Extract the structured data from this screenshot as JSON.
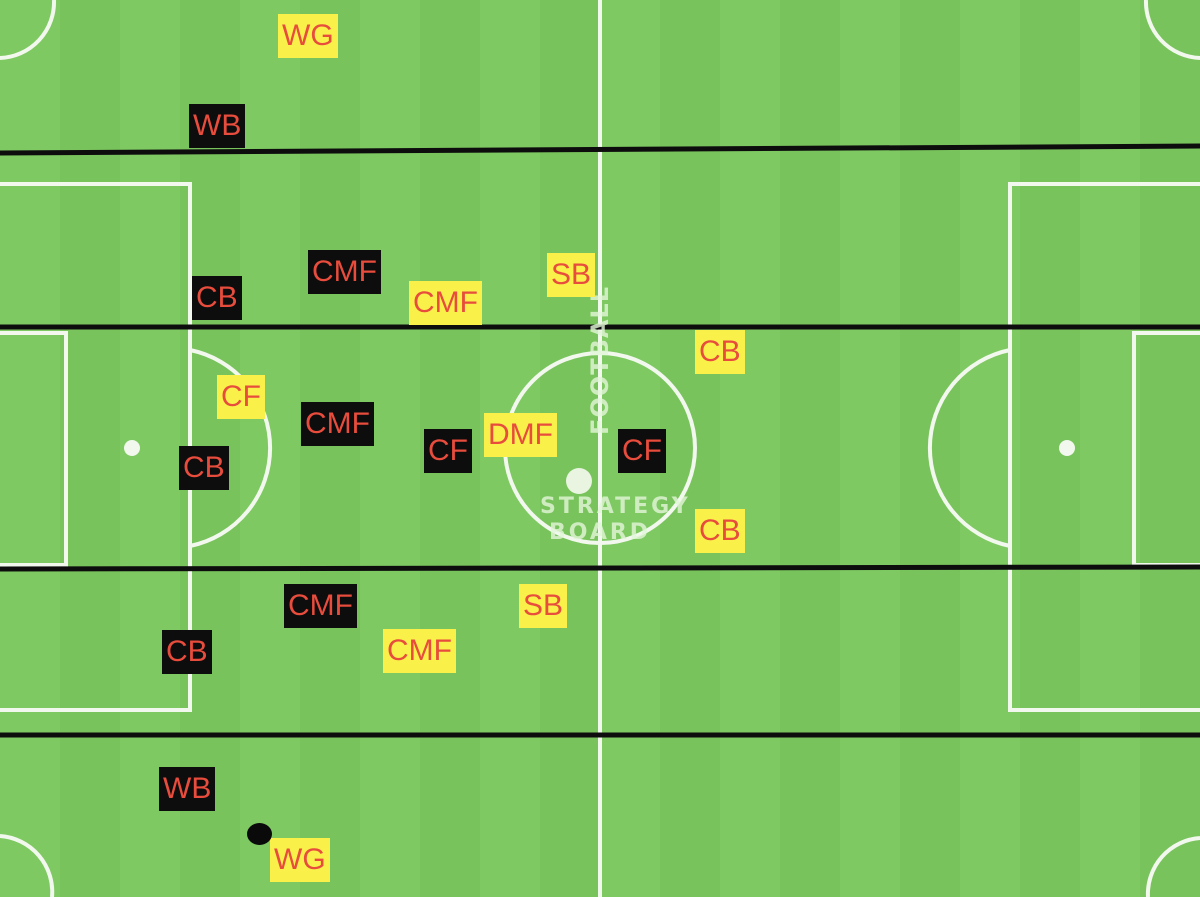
{
  "pitch": {
    "grass_color": "#7dc760",
    "line_color": "#f2f8ee",
    "zone_line_color": "#0d0d0d"
  },
  "logo": {
    "top_word": "FOOTBALL",
    "mid_word": "STRATEGY",
    "bottom_word": "BOARD"
  },
  "team_dark": {
    "box_color": "#0d0d0d",
    "text_color": "#e74c3c",
    "players": [
      {
        "role": "WB"
      },
      {
        "role": "CB"
      },
      {
        "role": "CMF"
      },
      {
        "role": "CMF"
      },
      {
        "role": "CB"
      },
      {
        "role": "CF"
      },
      {
        "role": "CF"
      },
      {
        "role": "CMF"
      },
      {
        "role": "CB"
      },
      {
        "role": "WB"
      }
    ]
  },
  "team_light": {
    "box_color": "#f9f04a",
    "text_color": "#e74c3c",
    "players": [
      {
        "role": "WG"
      },
      {
        "role": "SB"
      },
      {
        "role": "CMF"
      },
      {
        "role": "CB"
      },
      {
        "role": "CF"
      },
      {
        "role": "DMF"
      },
      {
        "role": "CB"
      },
      {
        "role": "SB"
      },
      {
        "role": "CMF"
      },
      {
        "role": "WG"
      }
    ]
  }
}
